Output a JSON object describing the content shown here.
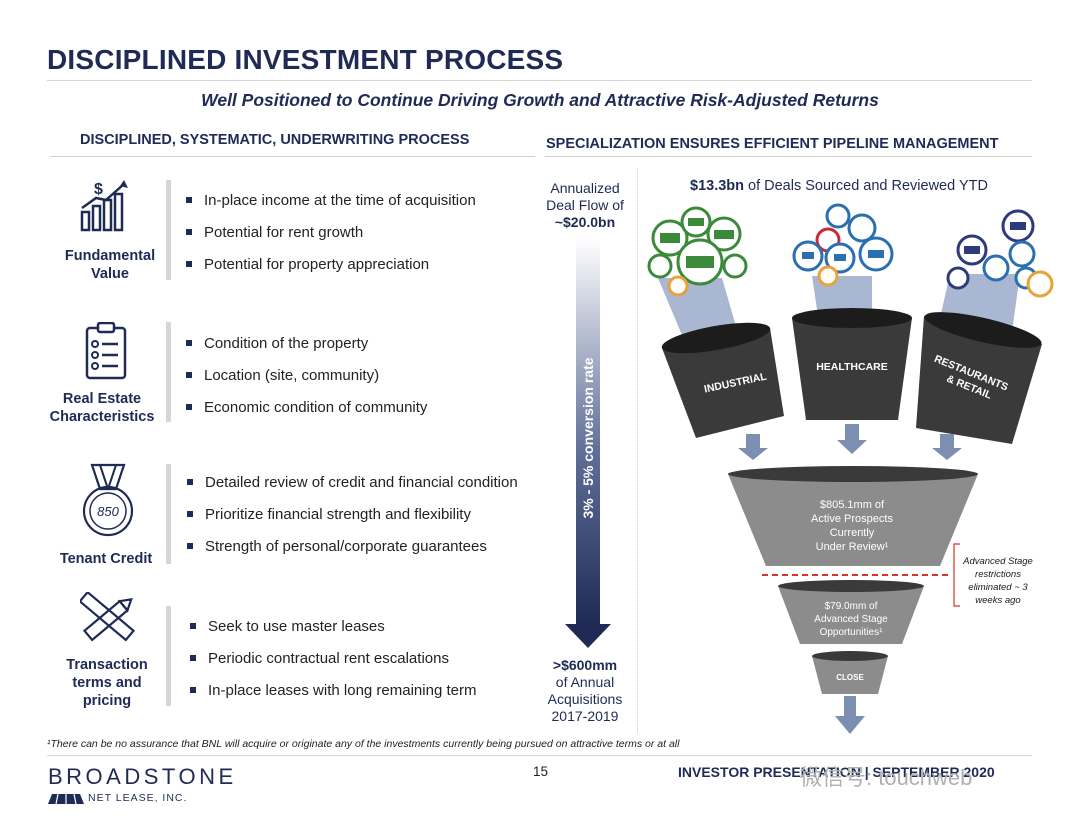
{
  "header": {
    "title": "DISCIPLINED INVESTMENT PROCESS",
    "subtitle": "Well Positioned to Continue Driving Growth and Attractive Risk-Adjusted Returns"
  },
  "left": {
    "heading": "DISCIPLINED, SYSTEMATIC, UNDERWRITING PROCESS",
    "categories": [
      {
        "label1": "Fundamental",
        "label2": "Value",
        "icon": "chart-growth-icon",
        "bullets": [
          "In-place income at the time of acquisition",
          "Potential for rent growth",
          "Potential for property appreciation"
        ]
      },
      {
        "label1": "Real Estate",
        "label2": "Characteristics",
        "icon": "clipboard-checklist-icon",
        "bullets": [
          "Condition of the property",
          "Location (site, community)",
          "Economic condition of community"
        ]
      },
      {
        "label1": "Tenant Credit",
        "label2": "",
        "icon": "credit-score-medal-icon",
        "badge": "850",
        "bullets": [
          "Detailed review of credit and financial condition",
          "Prioritize financial strength and flexibility",
          "Strength of personal/corporate guarantees"
        ]
      },
      {
        "label1": "Transaction",
        "label2": "terms and",
        "label3": "pricing",
        "icon": "ruler-pencil-icon",
        "bullets": [
          "Seek to use master leases",
          "Periodic contractual rent escalations",
          "In-place leases with long remaining term"
        ]
      }
    ]
  },
  "middle": {
    "top_line1": "Annualized",
    "top_line2": "Deal Flow of",
    "top_value": "~$20.0bn",
    "arrow_text": "3% - 5% conversion rate",
    "bottom_value": ">$600mm",
    "bottom_line1": "of Annual",
    "bottom_line2": "Acquisitions",
    "bottom_line3": "2017-2019"
  },
  "right": {
    "heading": "SPECIALIZATION ENSURES EFFICIENT PIPELINE MANAGEMENT",
    "deals_value": "$13.3bn",
    "deals_text": " of Deals Sourced and Reviewed YTD",
    "funnels": [
      "INDUSTRIAL",
      "HEALTHCARE",
      "RESTAURANTS",
      "& RETAIL"
    ],
    "stage1": [
      "$805.1mm of",
      "Active Prospects",
      "Currently",
      "Under Review¹"
    ],
    "note": [
      "Advanced Stage",
      "restrictions",
      "eliminated ~ 3",
      "weeks ago"
    ],
    "stage2": [
      "$79.0mm of",
      "Advanced Stage",
      "Opportunities¹"
    ],
    "stage3": "CLOSE",
    "colors": {
      "industrial": "#3a8a3a",
      "healthcare": "#2a6fb0",
      "retail": "#2e3a7a",
      "funnel": "#3a3a3a",
      "stage": "#8c8c8c",
      "arrow": "#7d8fb0",
      "dashed": "#d9322a"
    }
  },
  "footer": {
    "footnote": "¹There can be no assurance that BNL will acquire or originate any of the investments currently being pursued on attractive terms or at all",
    "brand": "BROADSTONE",
    "brand_sub": "NET LEASE, INC.",
    "page": "15",
    "investor": "INVESTOR PRESENTATION | SEPTEMBER 2020",
    "watermark": "微信号: touchweb"
  }
}
